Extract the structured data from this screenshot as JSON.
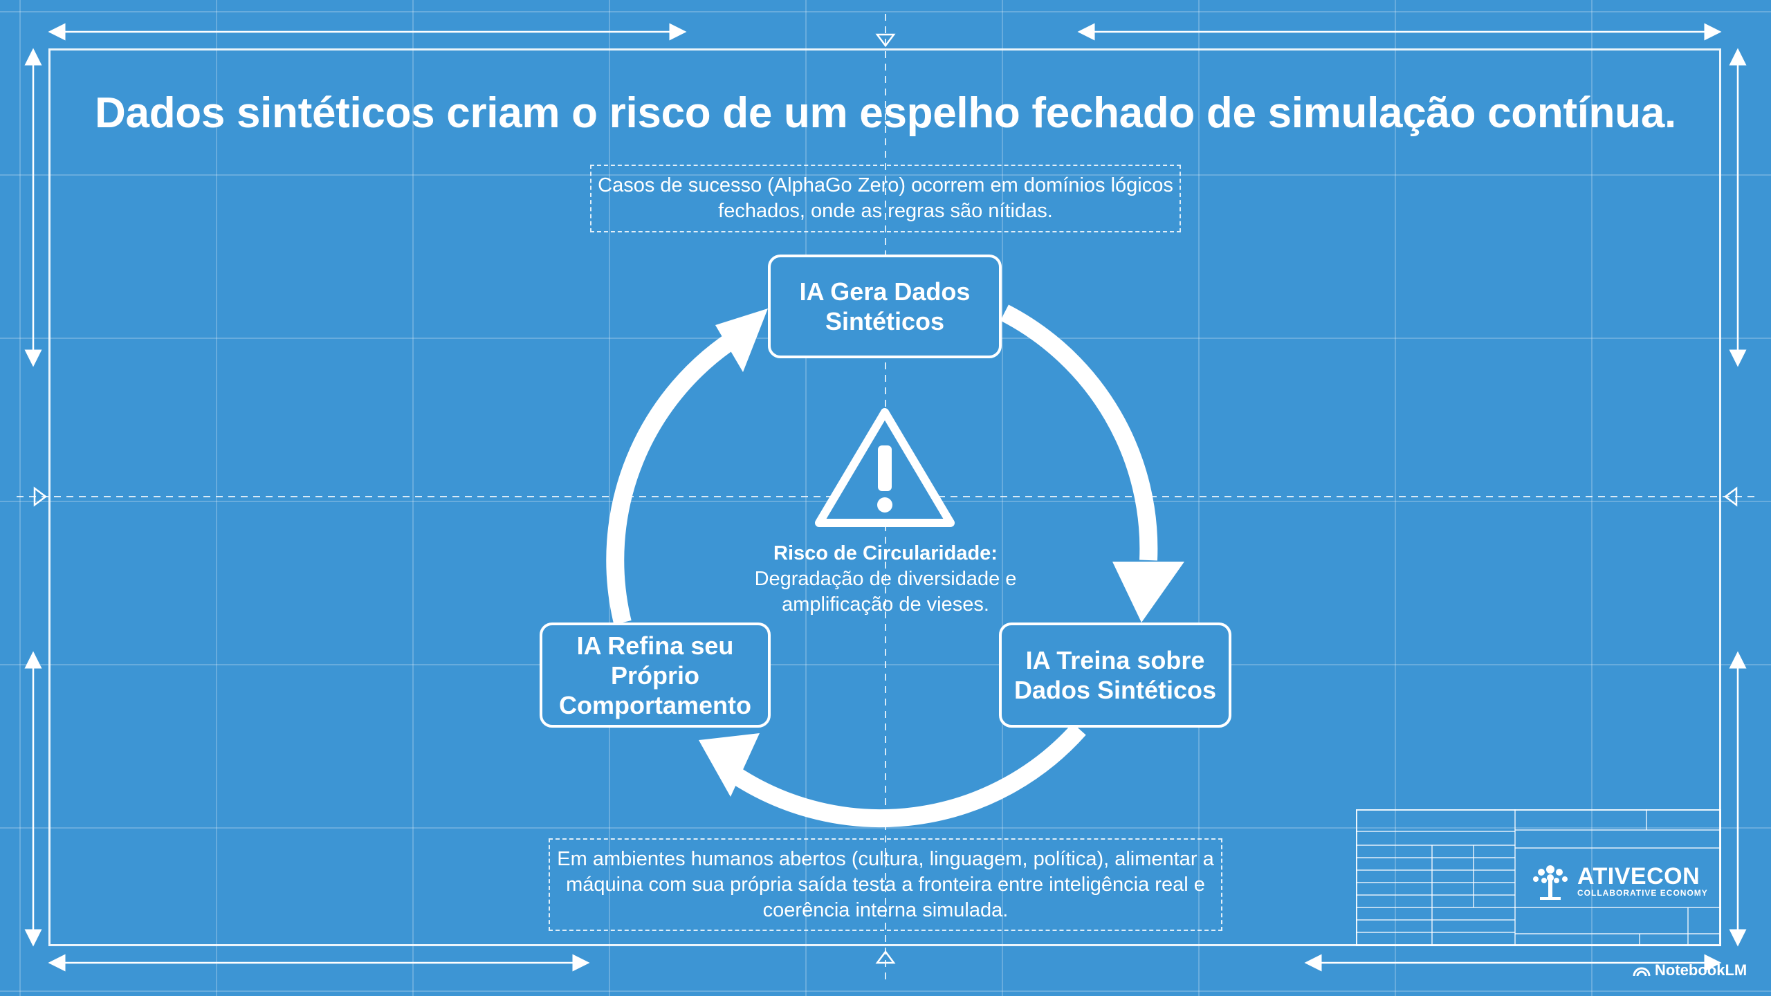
{
  "title": "Dados sintéticos criam o risco de um espelho fechado de simulação contínua.",
  "note_top": "Casos de sucesso (AlphaGo Zero) ocorrem em domínios lógicos fechados, onde as regras são nítidas.",
  "cycle": {
    "node_top": "IA Gera Dados Sintéticos",
    "node_right": "IA Treina sobre Dados Sintéticos",
    "node_left": "IA Refina seu Próprio Comportamento"
  },
  "center": {
    "icon": "warning-triangle-icon",
    "heading": "Risco de Circularidade:",
    "body": "Degradação de diversidade e amplificação de vieses."
  },
  "note_bottom": "Em ambientes humanos abertos (cultura, linguagem, política), alimentar a máquina com sua própria saída testa a fronteira entre inteligência real e coerência interna simulada.",
  "logo": {
    "name": "ATIVECON",
    "tagline": "COLLABORATIVE ECONOMY"
  },
  "watermark": "NotebookLM",
  "colors": {
    "background": "#3d95d4",
    "foreground": "#ffffff"
  }
}
